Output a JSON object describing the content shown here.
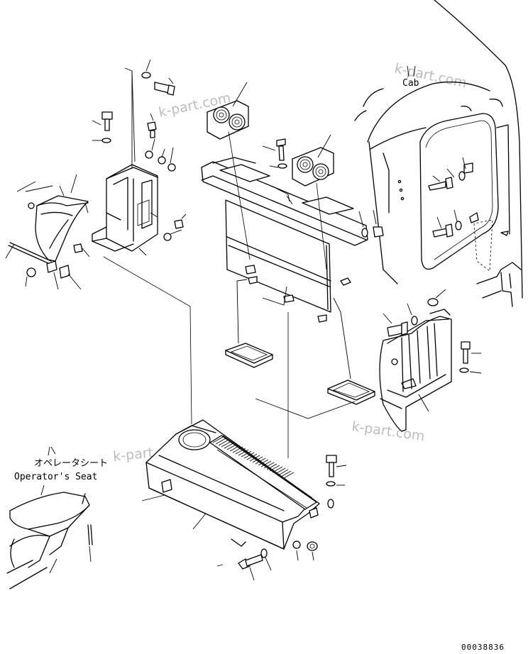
{
  "labels": {
    "cab": "Cab",
    "operator_seat_jp": "オペレータシート",
    "operator_seat_en": "Operator's Seat"
  },
  "watermark": "k-part.com",
  "drawing_number": "00038836"
}
